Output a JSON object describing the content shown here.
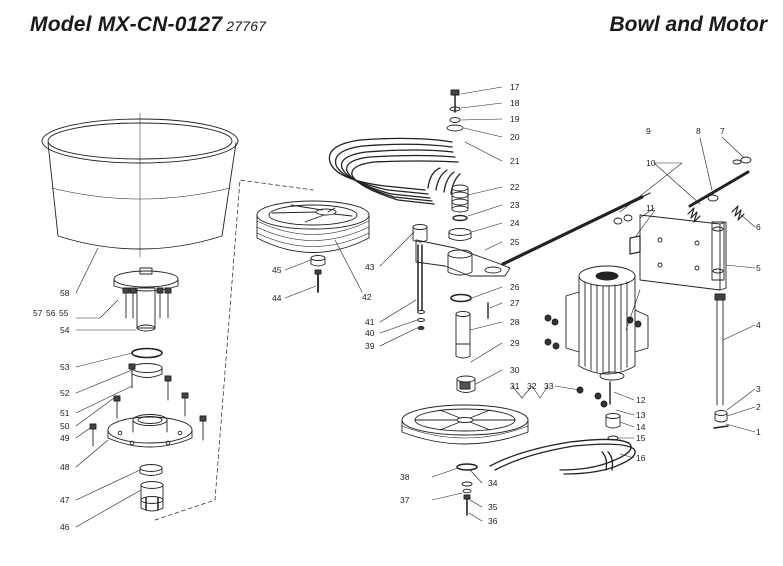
{
  "header": {
    "model": "Model MX-CN-0127",
    "code": "27767",
    "section": "Bowl and Motor"
  },
  "callouts": [
    {
      "id": "c1",
      "text": "1"
    },
    {
      "id": "c2",
      "text": "2"
    },
    {
      "id": "c3",
      "text": "3"
    },
    {
      "id": "c4",
      "text": "4"
    },
    {
      "id": "c5",
      "text": "5"
    },
    {
      "id": "c6",
      "text": "6"
    },
    {
      "id": "c7",
      "text": "7"
    },
    {
      "id": "c8",
      "text": "8"
    },
    {
      "id": "c9",
      "text": "9"
    },
    {
      "id": "c10",
      "text": "10"
    },
    {
      "id": "c11",
      "text": "11"
    },
    {
      "id": "c12",
      "text": "12"
    },
    {
      "id": "c13",
      "text": "13"
    },
    {
      "id": "c14",
      "text": "14"
    },
    {
      "id": "c15",
      "text": "15"
    },
    {
      "id": "c16",
      "text": "16"
    },
    {
      "id": "c17",
      "text": "17"
    },
    {
      "id": "c18",
      "text": "18"
    },
    {
      "id": "c19",
      "text": "19"
    },
    {
      "id": "c20",
      "text": "20"
    },
    {
      "id": "c21",
      "text": "21"
    },
    {
      "id": "c22",
      "text": "22"
    },
    {
      "id": "c23",
      "text": "23"
    },
    {
      "id": "c24",
      "text": "24"
    },
    {
      "id": "c25",
      "text": "25"
    },
    {
      "id": "c26",
      "text": "26"
    },
    {
      "id": "c27",
      "text": "27"
    },
    {
      "id": "c28",
      "text": "28"
    },
    {
      "id": "c29",
      "text": "29"
    },
    {
      "id": "c30",
      "text": "30"
    },
    {
      "id": "c31",
      "text": "31"
    },
    {
      "id": "c32",
      "text": "32"
    },
    {
      "id": "c33",
      "text": "33"
    },
    {
      "id": "c34",
      "text": "34"
    },
    {
      "id": "c35",
      "text": "35"
    },
    {
      "id": "c36",
      "text": "36"
    },
    {
      "id": "c37",
      "text": "37"
    },
    {
      "id": "c38",
      "text": "38"
    },
    {
      "id": "c39",
      "text": "39"
    },
    {
      "id": "c40",
      "text": "40"
    },
    {
      "id": "c41",
      "text": "41"
    },
    {
      "id": "c42",
      "text": "42"
    },
    {
      "id": "c43",
      "text": "43"
    },
    {
      "id": "c44",
      "text": "44"
    },
    {
      "id": "c45",
      "text": "45"
    },
    {
      "id": "c46",
      "text": "46"
    },
    {
      "id": "c47",
      "text": "47"
    },
    {
      "id": "c48",
      "text": "48"
    },
    {
      "id": "c49",
      "text": "49"
    },
    {
      "id": "c50",
      "text": "50"
    },
    {
      "id": "c51",
      "text": "51"
    },
    {
      "id": "c52",
      "text": "52"
    },
    {
      "id": "c53",
      "text": "53"
    },
    {
      "id": "c54",
      "text": "54"
    },
    {
      "id": "c55",
      "text": "55"
    },
    {
      "id": "c56",
      "text": "56"
    },
    {
      "id": "c57",
      "text": "57"
    },
    {
      "id": "c58",
      "text": "58"
    }
  ]
}
